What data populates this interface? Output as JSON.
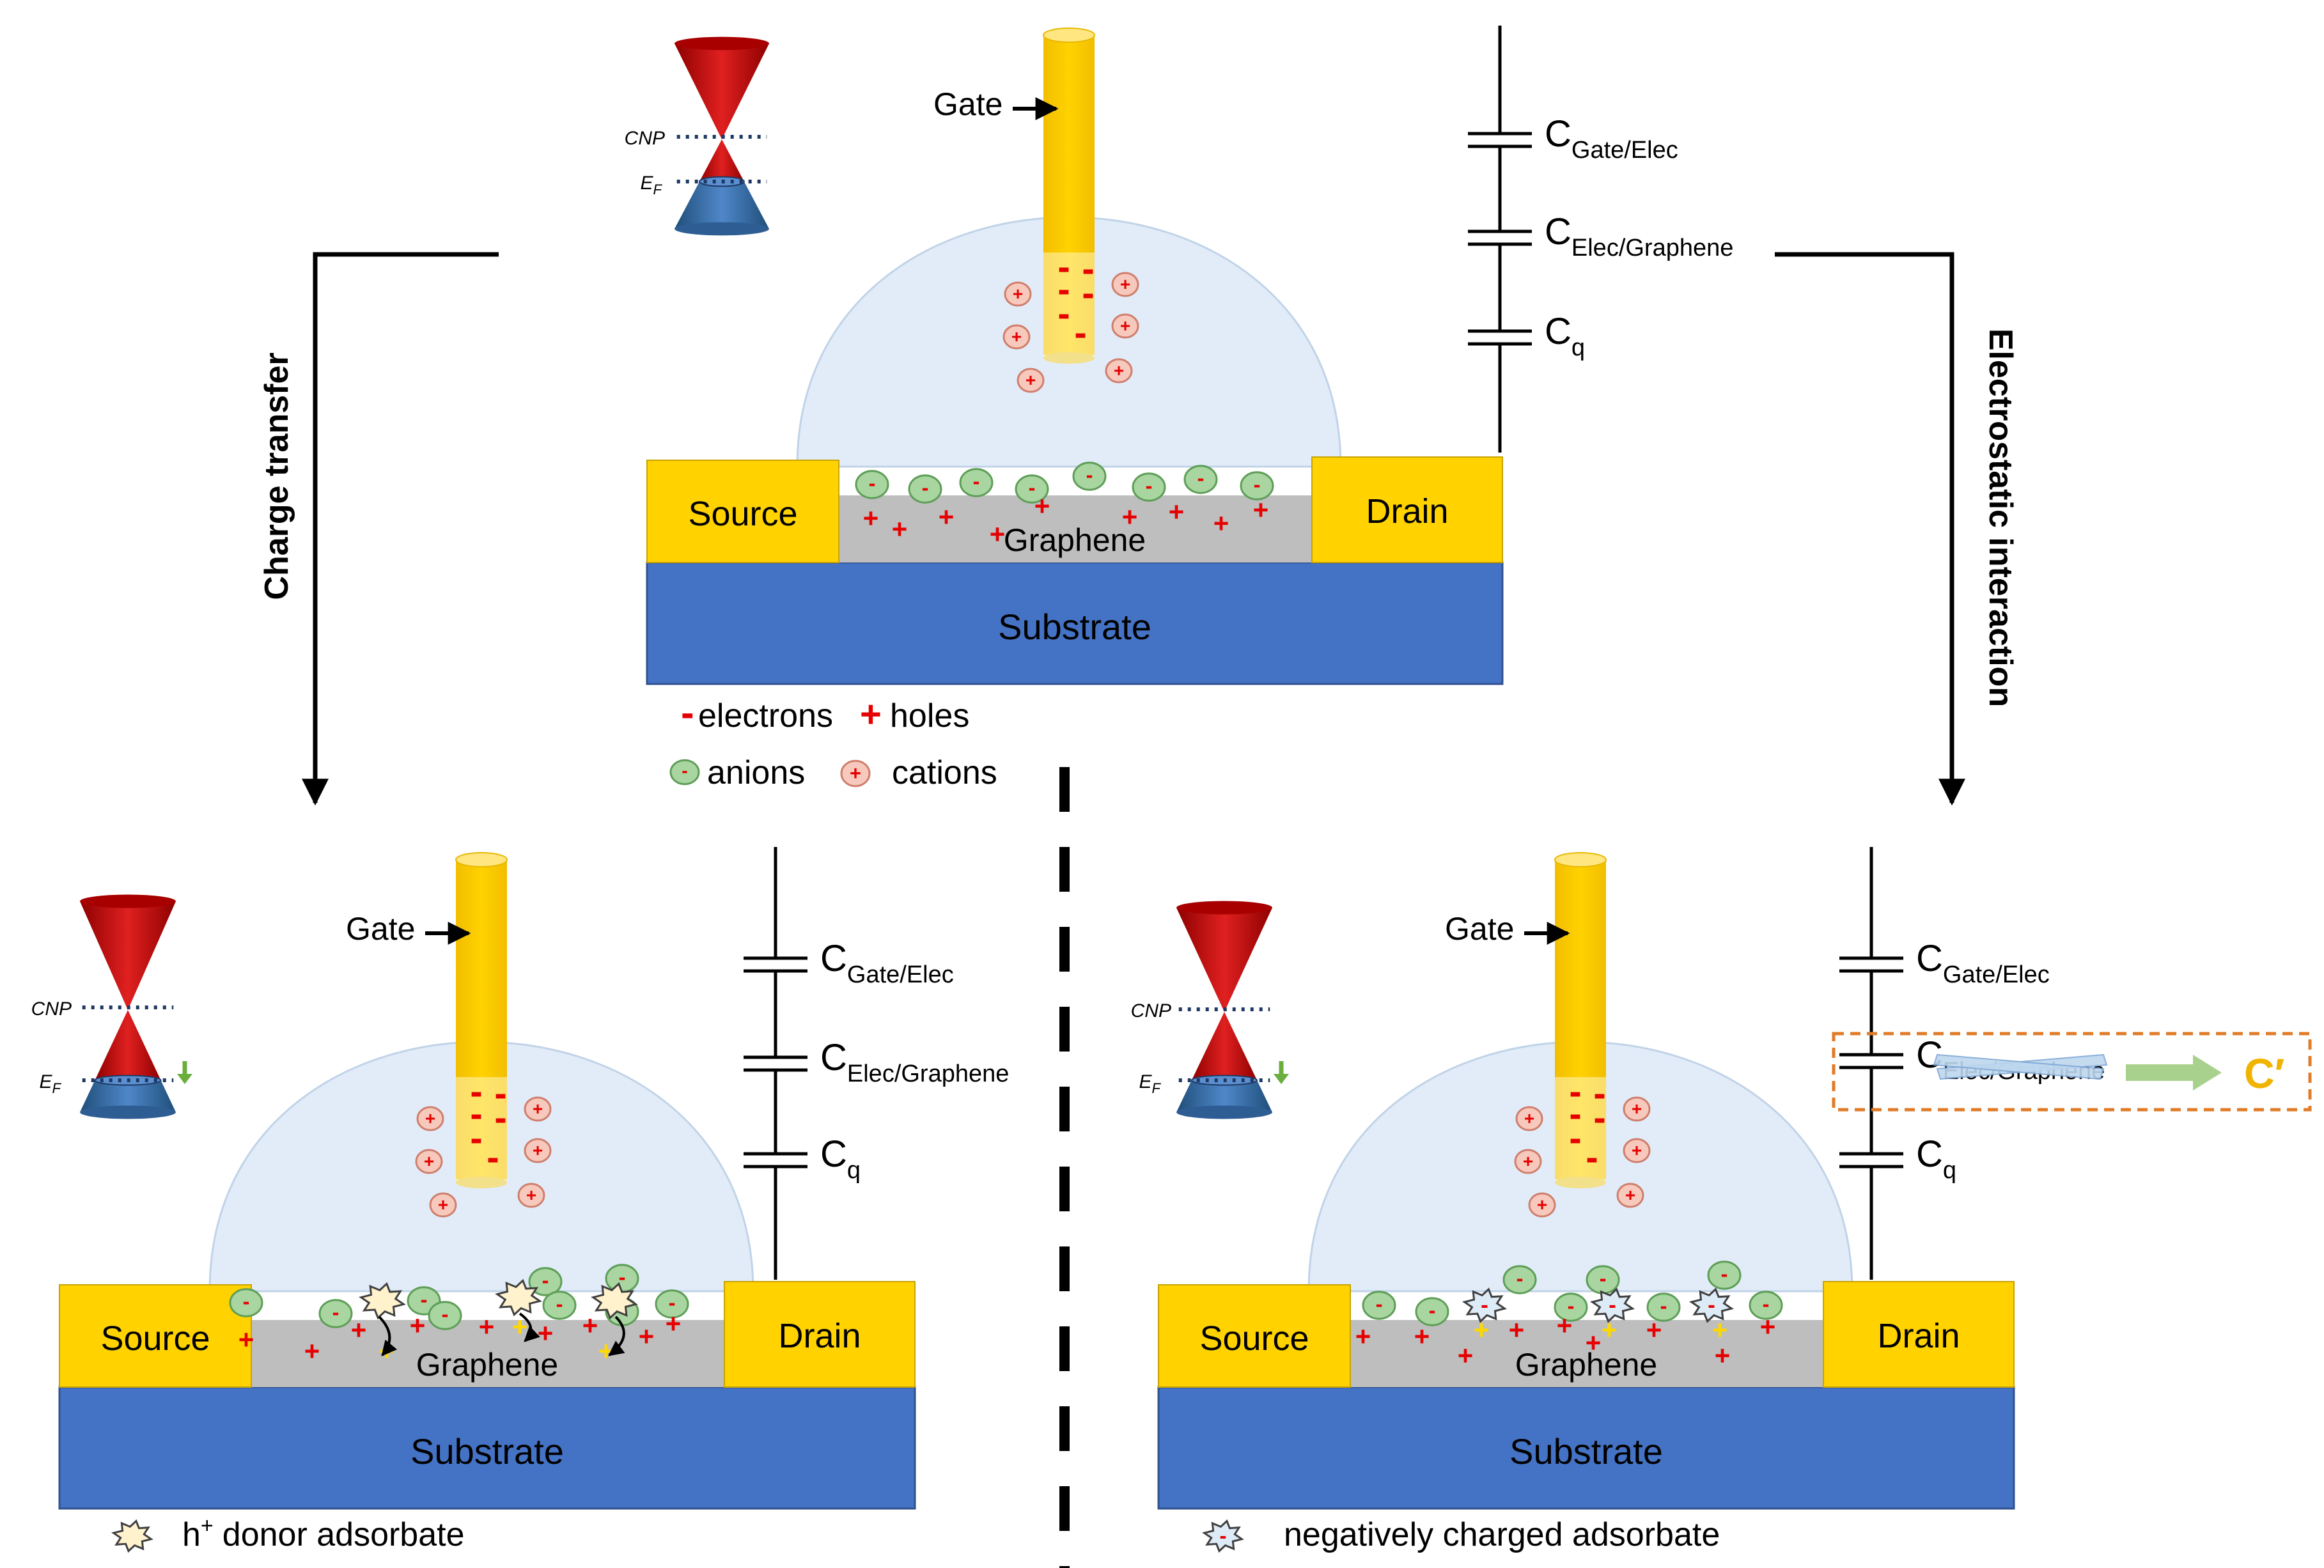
{
  "colors": {
    "gate": "#FFD200",
    "gate_top": "#FFE680",
    "substrate": "#4472C4",
    "graphene": "#BEBEBE",
    "electrolyte": "#DCE9F7",
    "electrolyte_stroke": "#B7CCE4",
    "contact": "#FFD200",
    "anion_fill": "#A8D5A0",
    "anion_stroke": "#5E9E57",
    "cation_fill": "#F7C9BC",
    "cation_stroke": "#D07E6D",
    "charge_red": "#E60000",
    "charge_yellow": "#FFD800",
    "cone_upper": "#C00000",
    "cone_lower": "#3E6FA8",
    "dotted_line": "#1F3864",
    "down_arrow": "#6AAE3E",
    "highlight_box": "#E07B28",
    "cprime_text": "#F0B400",
    "cprime_arrow": "#A9D18E",
    "cross_band": "#BDD7EE",
    "donor_fill": "#FFF2CC",
    "neg_adsorbate_fill": "#DDEBF7"
  },
  "labels": {
    "gate": "Gate",
    "source": "Source",
    "drain": "Drain",
    "graphene": "Graphene",
    "substrate": "Substrate",
    "cnp": "CNP",
    "ef_main": "E",
    "ef_sub": "F",
    "c_letter": "C",
    "c_gate_elec_sub": "Gate/Elec",
    "c_elec_graphene_sub": "Elec/Graphene",
    "cq_sub": "q",
    "c_prime": "C′",
    "charge_transfer": "Charge transfer",
    "electrostatic_interaction": "Electrostatic interaction",
    "minus_sign": "-",
    "plus_sign": "+"
  },
  "legend": {
    "electrons": "electrons",
    "holes": "holes",
    "anions": "anions",
    "cations": "cations",
    "donor_adsorbate": "donor adsorbate",
    "donor_prefix": "h",
    "donor_superscript": "+",
    "negative_adsorbate": "negatively charged adsorbate"
  }
}
